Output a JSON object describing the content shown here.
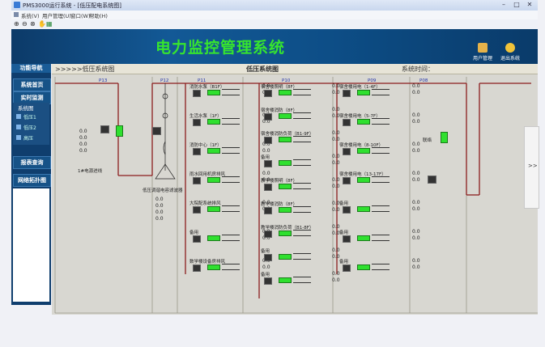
{
  "window": {
    "title": "PMS3000运行系统 - [低压配电系统图]"
  },
  "menu": [
    "系统(V)",
    "用户管理(U)",
    "窗口(W)",
    "帮助(H)"
  ],
  "toolbar": {
    "icons": [
      "zoom-in",
      "zoom-out",
      "zoom-fit",
      "pan",
      "save"
    ],
    "glyphs": [
      "⊕",
      "⊖",
      "⊗",
      "✋",
      "▦"
    ]
  },
  "banner": {
    "title": "电力监控管理系统",
    "user_btn": "用户管理",
    "exit_btn": "退出系统"
  },
  "side": {
    "header": "功能导航",
    "items": [
      "系统首页",
      "实时监测",
      "系统图",
      "报表查询",
      "网络拓扑图"
    ],
    "sub": [
      "低压1",
      "低压2",
      "高压"
    ]
  },
  "main": {
    "breadcrumb": ">>>>>低压系统图",
    "title": "低压系统图",
    "time_label": "系统时间："
  },
  "panels": [
    "P13",
    "P12",
    "P11",
    "P10",
    "P09",
    "P08"
  ],
  "p13": {
    "label": "1#电源进线",
    "values": [
      "0.0",
      "0.0",
      "0.0",
      "0.0"
    ]
  },
  "p12": {
    "label": "低压调谐电容滤波器",
    "values": [
      "0.0",
      "0.0",
      "0.0",
      "0.0"
    ]
  },
  "p11": {
    "feeders": [
      "消防水泵（B1F）",
      "生活水泵（1F）",
      "消防中心（1F）",
      "雨水回用机房排风",
      "大院配系统排风",
      "备用",
      "数学楼设备房排风"
    ]
  },
  "p10": {
    "feeders": [
      "宿舍楼照明（8F）",
      "宿舍楼消防（8F）",
      "宿舍楼消防负荷（B1-9F）",
      "备用",
      "教学楼照明（8F）",
      "教学楼消防（8F）",
      "教学楼消防负荷（B1-8F）",
      "备用",
      "备用"
    ]
  },
  "p09": {
    "feeders": [
      "宿舍楼用电（1-4F）",
      "宿舍楼用电（5-7F）",
      "宿舍楼用电（8-10F）",
      "宿舍楼用电（13-17F）",
      "备用",
      "备用",
      "备用"
    ]
  },
  "p08": {
    "label": "联络"
  },
  "scroll": {
    "label": ">>"
  },
  "zero": "0.0"
}
